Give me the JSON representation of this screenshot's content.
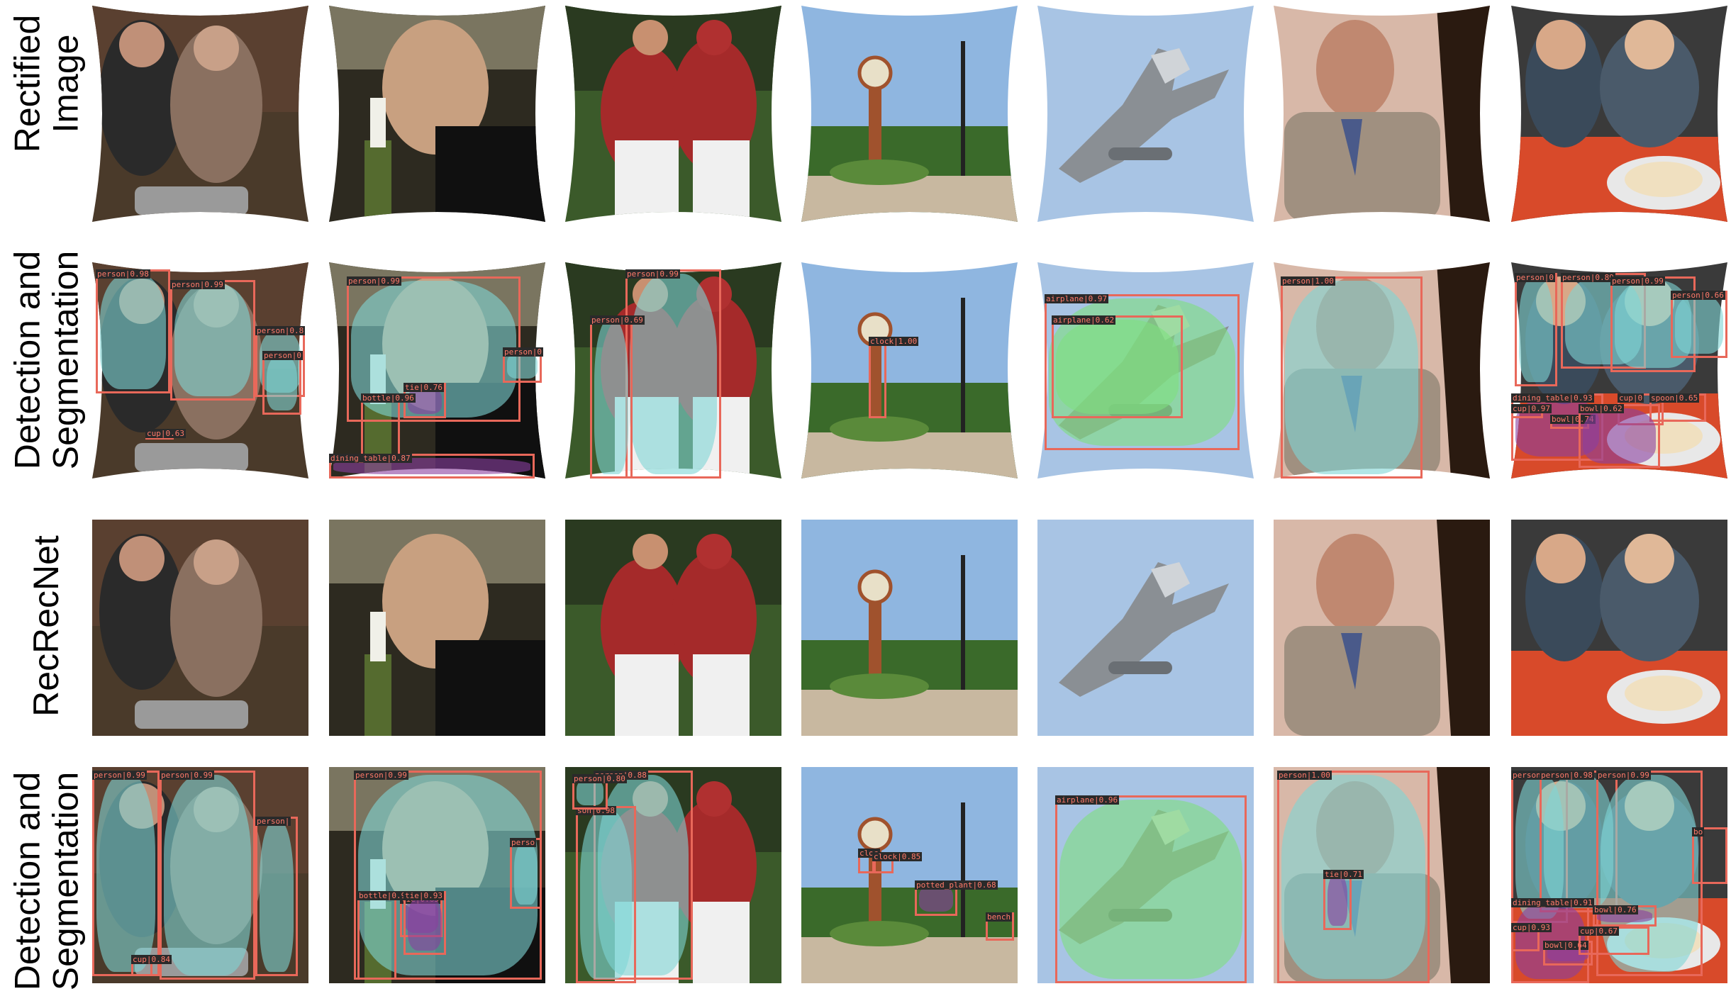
{
  "row_labels": [
    {
      "lines": [
        "Rectified",
        "Image"
      ]
    },
    {
      "lines": [
        "Detection and",
        "Segmentation"
      ]
    },
    {
      "lines": [
        "RecRecNet"
      ]
    },
    {
      "lines": [
        "Detection and",
        "Segmentation"
      ]
    }
  ],
  "colors": {
    "box": "#e8685a",
    "mask_person": "#7fd6d6",
    "mask_airplane": "#7fe07f",
    "mask_purple": "#8a3fa0",
    "sky": "#9fc0e6"
  },
  "scenes": [
    {
      "name": "people-at-table",
      "palette": [
        "#4a3a2a",
        "#8a7060",
        "#2a2a2a",
        "#c8b090"
      ]
    },
    {
      "name": "man-in-tuxedo",
      "palette": [
        "#2d2a20",
        "#c8a080",
        "#101010",
        "#556b2f"
      ]
    },
    {
      "name": "baseball-players",
      "palette": [
        "#3b5a2a",
        "#a52a2a",
        "#f0f0f0",
        "#2a2a2a"
      ]
    },
    {
      "name": "clock-tower-park",
      "palette": [
        "#8fb6e0",
        "#3a6a2a",
        "#a0522d",
        "#c8b8a0"
      ]
    },
    {
      "name": "fighter-jet",
      "palette": [
        "#a8c4e4",
        "#8a8f94",
        "#6a6f74",
        "#d0d4d8"
      ]
    },
    {
      "name": "man-with-tie",
      "palette": [
        "#d8b8a8",
        "#a09080",
        "#2a1a10",
        "#6a5a50"
      ]
    },
    {
      "name": "women-at-dinner",
      "palette": [
        "#3a3a3a",
        "#d84a2a",
        "#f0e0c0",
        "#e8e8e8"
      ]
    }
  ],
  "detections_row2": [
    [
      {
        "label": "person|0.98"
      },
      {
        "label": "person|0.99"
      },
      {
        "label": "person|0.8"
      },
      {
        "label": "person|0"
      },
      {
        "label": "cup|0.63"
      }
    ],
    [
      {
        "label": "person|0.99"
      },
      {
        "label": "person|0"
      },
      {
        "label": "tie|0.76"
      },
      {
        "label": "bottle|0.96"
      },
      {
        "label": "dining_table|0.87"
      }
    ],
    [
      {
        "label": "person|0.99"
      },
      {
        "label": "person|0.69"
      }
    ],
    [
      {
        "label": "clock|1.00"
      }
    ],
    [
      {
        "label": "airplane|0.97"
      },
      {
        "label": "airplane|0.62"
      }
    ],
    [
      {
        "label": "person|1.00"
      }
    ],
    [
      {
        "label": "person|0"
      },
      {
        "label": "person|0.89"
      },
      {
        "label": "person|0.99"
      },
      {
        "label": "person|0.66"
      },
      {
        "label": "dining_table|0.93"
      },
      {
        "label": "cup|0"
      },
      {
        "label": "spoon|0.65"
      },
      {
        "label": "cup|0.97"
      },
      {
        "label": "bowl|0.74"
      },
      {
        "label": "bowl|0.62"
      }
    ]
  ],
  "detections_row4": [
    [
      {
        "label": "person|0.99"
      },
      {
        "label": "person|0.99"
      },
      {
        "label": "person|"
      },
      {
        "label": "cup|0.84"
      }
    ],
    [
      {
        "label": "person|0.99"
      },
      {
        "label": "perso"
      },
      {
        "label": "tie|0.65"
      },
      {
        "label": "bottle|0.94"
      },
      {
        "label": "tie|0.93"
      }
    ],
    [
      {
        "label": "person|0.88"
      },
      {
        "label": "son|0.98"
      },
      {
        "label": "person|0.80"
      }
    ],
    [
      {
        "label": "cloc"
      },
      {
        "label": "clock|0.85"
      },
      {
        "label": "potted_plant|0.68"
      },
      {
        "label": "bench"
      }
    ],
    [
      {
        "label": "airplane|0.96"
      }
    ],
    [
      {
        "label": "person|1.00"
      },
      {
        "label": "tie|0.71"
      }
    ],
    [
      {
        "label": "person"
      },
      {
        "label": "person|0.98"
      },
      {
        "label": "person|0.99"
      },
      {
        "label": "bo"
      },
      {
        "label": "dining_table|0.91"
      },
      {
        "label": "bowl|0.76"
      },
      {
        "label": "cup|0.93"
      },
      {
        "label": "bowl|0.64"
      },
      {
        "label": "cup|0.67"
      }
    ]
  ]
}
